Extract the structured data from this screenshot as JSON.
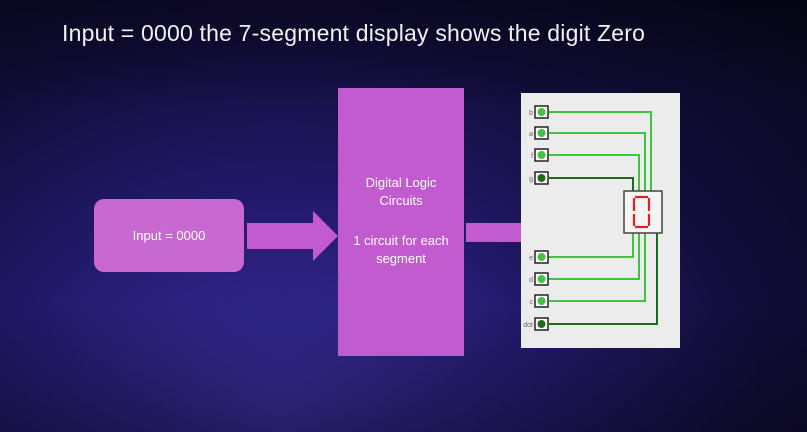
{
  "title": "Input = 0000 the 7-segment display shows the digit Zero",
  "input_box": {
    "label": "Input = 0000"
  },
  "logic_box": {
    "line1": "Digital Logic",
    "line2": "Circuits",
    "line3": "1 circuit for each",
    "line4": "segment"
  },
  "circuit": {
    "pins": [
      {
        "label": "b",
        "value": "1"
      },
      {
        "label": "a",
        "value": "1"
      },
      {
        "label": "f",
        "value": "1"
      },
      {
        "label": "g",
        "value": "0"
      },
      {
        "label": "e",
        "value": "1"
      },
      {
        "label": "d",
        "value": "1"
      },
      {
        "label": "c",
        "value": "1"
      },
      {
        "label": "dot",
        "value": "0"
      }
    ],
    "display_digit": "0"
  },
  "colors": {
    "box": "#c869d2",
    "logic": "#c25bd0",
    "arrow": "#c25bd0",
    "wire_on": "#3ec43e",
    "wire_off": "#1e6b1e",
    "segment_on": "#e02020"
  }
}
